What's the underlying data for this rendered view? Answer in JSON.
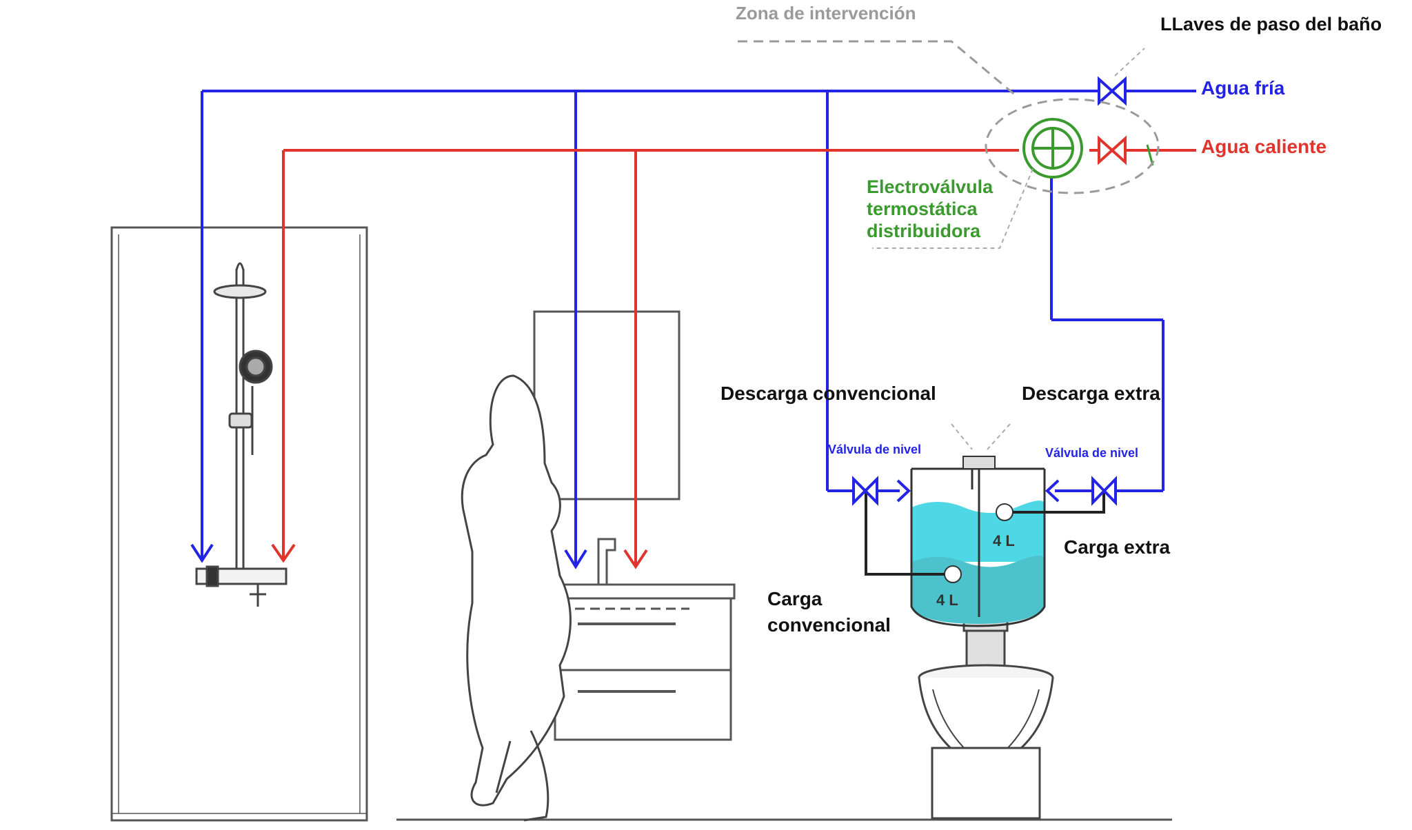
{
  "labels": {
    "intervention_zone": "Zona de intervención",
    "shutoff_valves": "LLaves  de paso del baño",
    "cold_water": "Agua fría",
    "hot_water": "Agua caliente",
    "solenoid_line1": "Electroválvula",
    "solenoid_line2": "termostática",
    "solenoid_line3": "distribuidora",
    "conventional_flush": "Descarga convencional",
    "extra_flush": "Descarga extra",
    "level_valve_left": "Válvula de nivel",
    "level_valve_right": "Válvula de nivel",
    "extra_load": "Carga extra",
    "conventional_load_line1": "Carga",
    "conventional_load_line2": "convencional",
    "upper_volume": "4 L",
    "lower_volume": "4 L"
  },
  "colors": {
    "cold": "#2323e6",
    "hot": "#e0342c",
    "solenoid": "#3a9a2e",
    "zone": "#9a9a9a",
    "water_top": "#3fd3e0",
    "water_bottom": "#49c0c8",
    "line": "#333333"
  }
}
